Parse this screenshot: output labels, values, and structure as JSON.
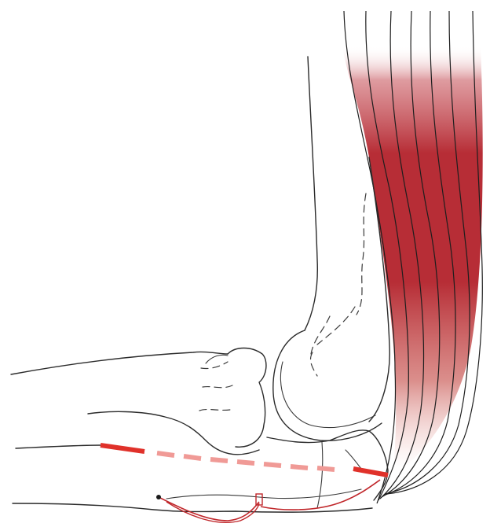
{
  "diagram": {
    "colors": {
      "muscle": "#b3222b",
      "muscle_light": "#d98a8a",
      "tendon_line": "#e0312a",
      "tendon_dash_light": "#f09a96",
      "outline": "#2b2b2b",
      "background": "#ffffff"
    },
    "elements": [
      "triceps-muscle",
      "humerus-outline",
      "ulna-outline",
      "radius-outline",
      "olecranon",
      "tendon-dashed-line",
      "suture-thread"
    ]
  }
}
